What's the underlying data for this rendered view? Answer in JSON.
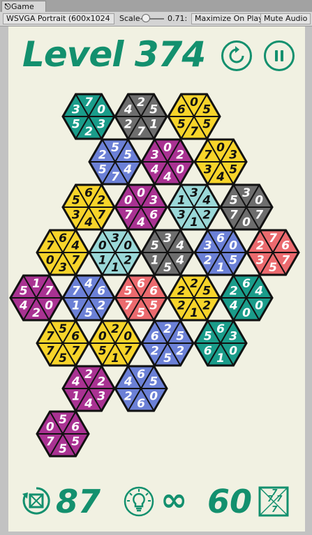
{
  "window": {
    "tab_title": "Game",
    "tab_icon": "unity-logo-icon"
  },
  "toolbar": {
    "resolution": "WSVGA Portrait (600x1024",
    "dropdown_arrow": "↕",
    "scale_label": "Scale",
    "scale_value": "0.71:",
    "maximize_label": "Maximize On Play",
    "mute_label": "Mute Audio"
  },
  "game": {
    "level_title": "Level 374",
    "restart_icon": "restart-icon",
    "pause_icon": "pause-icon",
    "moves_count": "87",
    "hints_count": "∞",
    "tiles_count": "60",
    "theme_color": "#13906e",
    "background": "#f1f1e2"
  },
  "palette": {
    "teal": "#1a9c8a",
    "gray": "#6d6d6d",
    "yellow": "#f7d42a",
    "blue": "#6b80d6",
    "magenta": "#a93292",
    "cyan": "#9ad8d8",
    "red": "#eb6a6e"
  },
  "hexes": [
    {
      "color": "teal",
      "nums": [
        "0",
        "3",
        "2",
        "5",
        "3",
        "7"
      ]
    },
    {
      "color": "gray",
      "nums": [
        "5",
        "1",
        "7",
        "2",
        "4",
        "2"
      ]
    },
    {
      "color": "yellow",
      "nums": [
        "5",
        "5",
        "7",
        "5",
        "6",
        "0"
      ]
    },
    {
      "color": "blue",
      "nums": [
        "5",
        "4",
        "7",
        "5",
        "2",
        "5"
      ]
    },
    {
      "color": "magenta",
      "nums": [
        "2",
        "0",
        "4",
        "4",
        "3",
        "0"
      ]
    },
    {
      "color": "yellow",
      "nums": [
        "3",
        "5",
        "4",
        "3",
        "7",
        "0"
      ]
    },
    {
      "color": "yellow",
      "nums": [
        "2",
        "7",
        "4",
        "3",
        "5",
        "6"
      ]
    },
    {
      "color": "magenta",
      "nums": [
        "3",
        "6",
        "4",
        "7",
        "0",
        "0"
      ]
    },
    {
      "color": "cyan",
      "nums": [
        "4",
        "2",
        "1",
        "3",
        "1",
        "3"
      ]
    },
    {
      "color": "gray",
      "nums": [
        "0",
        "7",
        "0",
        "7",
        "5",
        "3"
      ]
    },
    {
      "color": "yellow",
      "nums": [
        "4",
        "7",
        "3",
        "0",
        "7",
        "6"
      ]
    },
    {
      "color": "cyan",
      "nums": [
        "0",
        "2",
        "1",
        "1",
        "0",
        "3"
      ]
    },
    {
      "color": "gray",
      "nums": [
        "4",
        "4",
        "5",
        "1",
        "5",
        "3"
      ]
    },
    {
      "color": "blue",
      "nums": [
        "0",
        "5",
        "1",
        "2",
        "3",
        "6"
      ]
    },
    {
      "color": "red",
      "nums": [
        "6",
        "7",
        "5",
        "3",
        "2",
        "7"
      ]
    },
    {
      "color": "magenta",
      "nums": [
        "7",
        "0",
        "2",
        "4",
        "5",
        "1"
      ]
    },
    {
      "color": "blue",
      "nums": [
        "6",
        "2",
        "5",
        "1",
        "7",
        "4"
      ]
    },
    {
      "color": "red",
      "nums": [
        "6",
        "5",
        "5",
        "7",
        "5",
        "6"
      ]
    },
    {
      "color": "yellow",
      "nums": [
        "5",
        "2",
        "1",
        "2",
        "2",
        "2"
      ]
    },
    {
      "color": "teal",
      "nums": [
        "4",
        "0",
        "0",
        "4",
        "2",
        "6"
      ]
    },
    {
      "color": "yellow",
      "nums": [
        "6",
        "7",
        "5",
        "7",
        "7",
        "5"
      ]
    },
    {
      "color": "yellow",
      "nums": [
        "0",
        "7",
        "1",
        "5",
        "0",
        "2"
      ]
    },
    {
      "color": "blue",
      "nums": [
        "5",
        "2",
        "5",
        "2",
        "6",
        "2"
      ]
    },
    {
      "color": "teal",
      "nums": [
        "3",
        "0",
        "1",
        "6",
        "5",
        "6"
      ]
    },
    {
      "color": "magenta",
      "nums": [
        "2",
        "3",
        "4",
        "1",
        "4",
        "2"
      ]
    },
    {
      "color": "blue",
      "nums": [
        "5",
        "0",
        "6",
        "2",
        "4",
        "6"
      ]
    },
    {
      "color": "magenta",
      "nums": [
        "6",
        "5",
        "5",
        "7",
        "0",
        "5"
      ]
    }
  ]
}
